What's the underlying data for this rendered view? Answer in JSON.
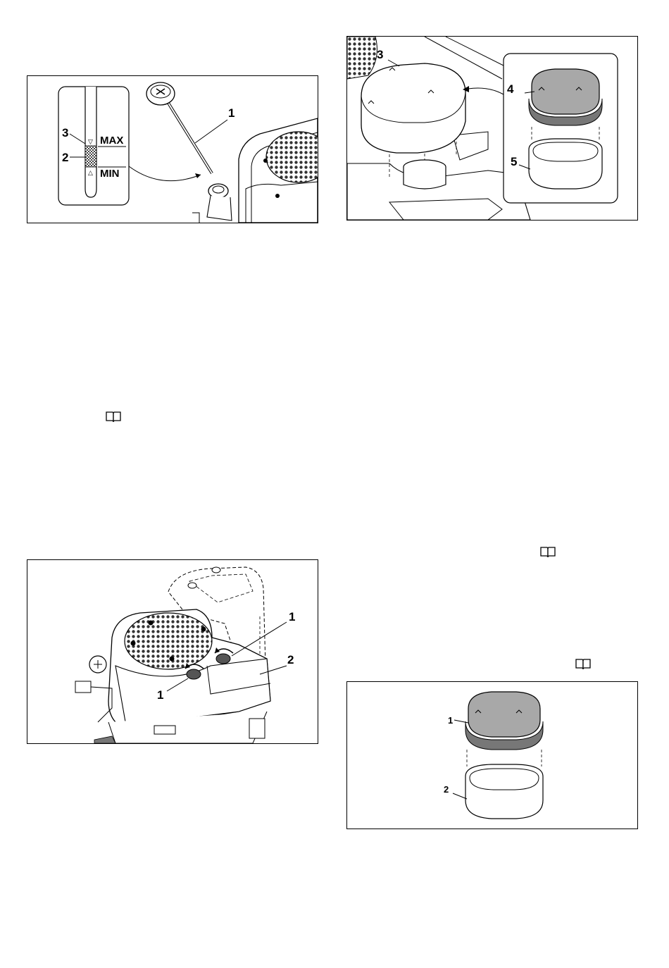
{
  "figure_1": {
    "callouts": {
      "dipstick": "1",
      "level_zone": "2",
      "max_marker": "3"
    },
    "gauge": {
      "max_label": "MAX",
      "min_label": "MIN"
    }
  },
  "figure_2": {
    "callouts": {
      "housing_cover": "3",
      "filter_element": "4",
      "pre_filter": "5"
    }
  },
  "figure_3": {
    "callouts": {
      "knob_right": "1",
      "knob_left": "1",
      "cover": "2"
    }
  },
  "figure_4": {
    "callouts": {
      "filter_element": "1",
      "pre_filter": "2"
    }
  },
  "icons": [
    "book-icon",
    "book-icon",
    "book-icon"
  ]
}
